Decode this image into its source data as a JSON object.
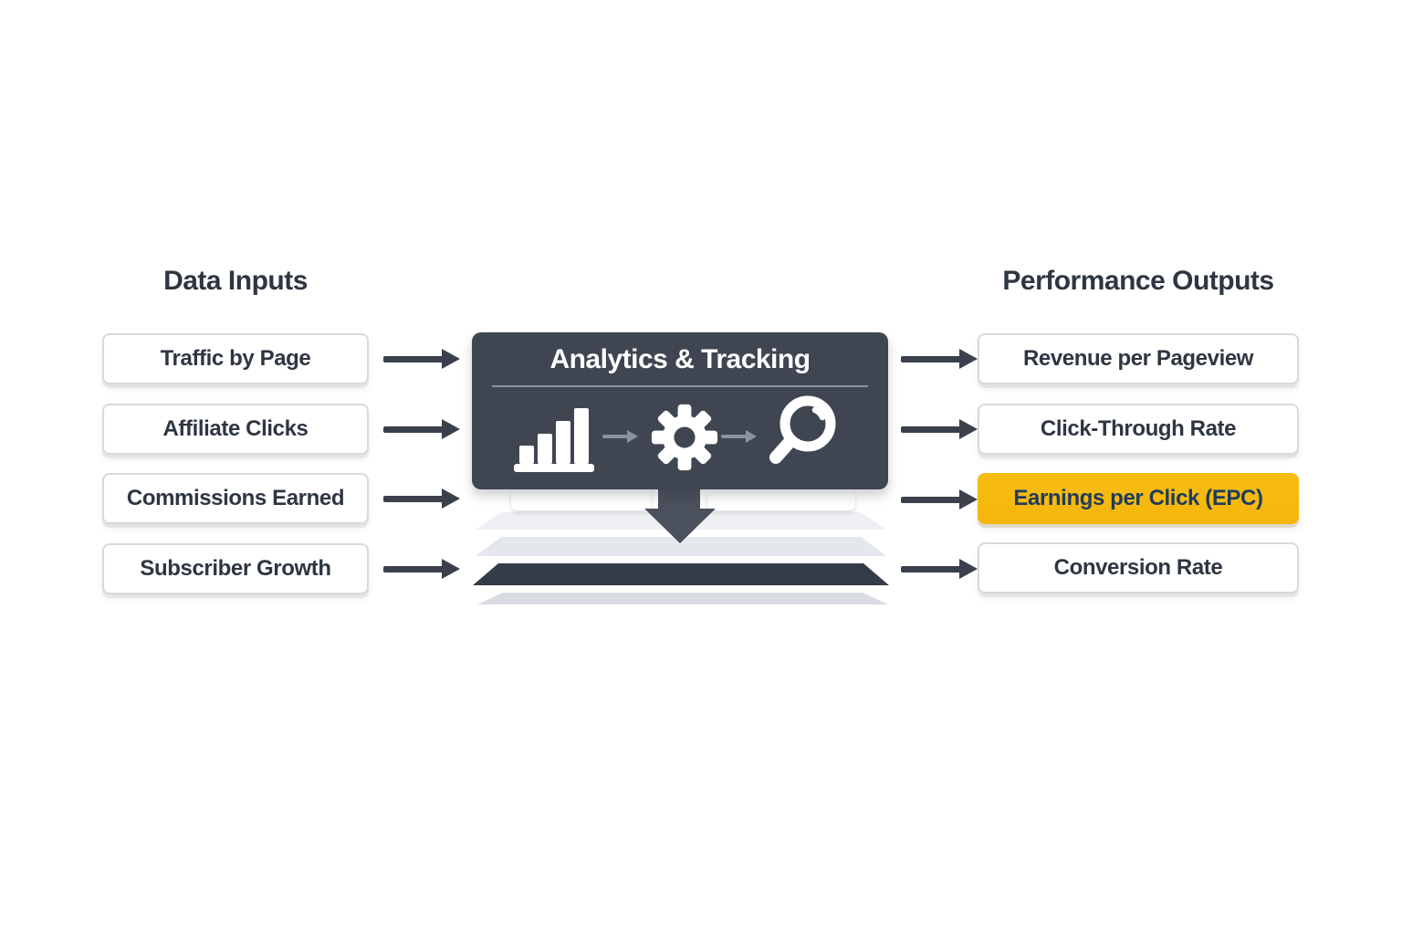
{
  "left_column": {
    "title": "Data Inputs",
    "items": [
      "Traffic by Page",
      "Affiliate Clicks",
      "Commissions Earned",
      "Subscriber Growth"
    ]
  },
  "center_panel": {
    "title": "Analytics & Tracking",
    "icons": [
      "bar-chart-icon",
      "gear-icon",
      "magnifier-icon"
    ]
  },
  "right_column": {
    "title": "Performance Outputs",
    "items": [
      "Revenue per Pageview",
      "Click-Through Rate",
      "Earnings per Click (EPC)",
      "Conversion Rate"
    ],
    "highlighted_item": "Earnings per Click (EPC)"
  },
  "colors": {
    "background": "#ffffff",
    "panel_dark": "#3f4651",
    "accent_yellow": "#f5b60b",
    "text_dark": "#2e3642",
    "text_on_yellow": "#1e3c5c",
    "arrow": "#3a414d",
    "box_border": "#d6dade",
    "band_light_1": "#eef0f3",
    "band_light_2": "#e4e8ec",
    "band_dark": "#353c48",
    "band_light_3": "#d9dde2",
    "mini_arrow_gray": "#8b929c",
    "icon_white": "#ffffff"
  }
}
